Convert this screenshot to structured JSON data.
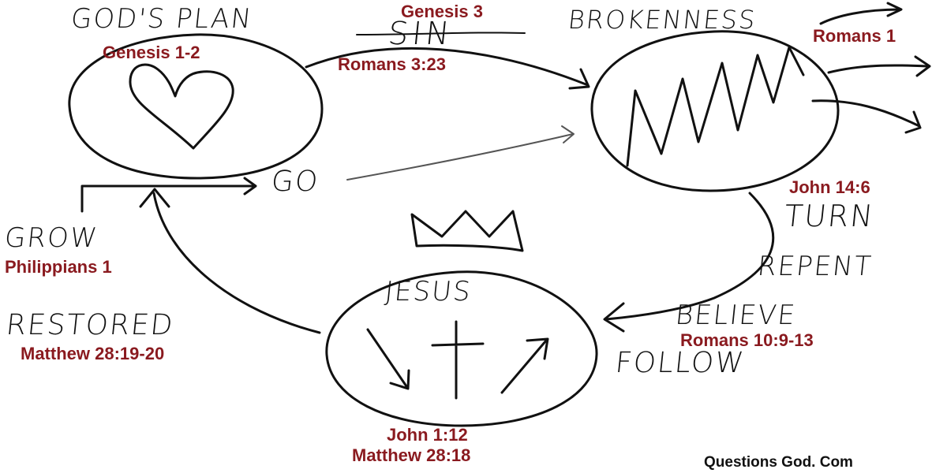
{
  "colors": {
    "ink": "#111111",
    "reference": "#8a1a1f",
    "background": "#ffffff"
  },
  "labels": {
    "gods_plan": "GOD'S PLAN",
    "sin": "SIN",
    "brokenness": "BROKENNESS",
    "go": "GO",
    "grow": "GROW",
    "restored": "RESTORED",
    "jesus": "JESUS",
    "turn": "TURN",
    "repent": "REPENT",
    "believe": "BELIEVE",
    "follow": "FOLLOW"
  },
  "references": {
    "genesis_1_2": "Genesis 1-2",
    "genesis_3": "Genesis 3",
    "romans_3_23": "Romans 3:23",
    "romans_1": "Romans 1",
    "john_14_6": "John 14:6",
    "romans_10_9_13": "Romans 10:9-13",
    "philippians_1": "Philippians 1",
    "matthew_28_19_20": "Matthew 28:19-20",
    "john_1_12": "John 1:12",
    "matthew_28_18": "Matthew 28:18"
  },
  "footer": {
    "site": "Questions God. Com"
  },
  "icons": [
    "heart-icon",
    "zigzag-icon",
    "crown-icon",
    "cross-icon",
    "arrow-down-icon",
    "arrow-up-icon"
  ]
}
